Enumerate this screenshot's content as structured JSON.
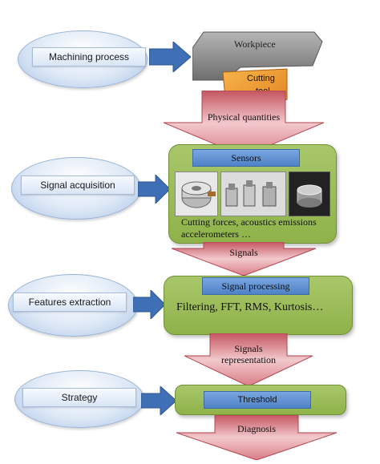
{
  "stages": {
    "machining": "Machining process",
    "acquisition": "Signal acquisition",
    "features": "Features extraction",
    "strategy": "Strategy"
  },
  "machine": {
    "workpiece": "Workpiece",
    "tool_line1": "Cutting",
    "tool_line2": "tool"
  },
  "flows": {
    "physical": "Physical quantities",
    "signals": "Signals",
    "repr_line1": "Signals",
    "repr_line2": "representation",
    "diagnosis": "Diagnosis"
  },
  "sensors_panel": {
    "title": "Sensors",
    "line1": "Cutting forces, acoustics emissions",
    "line2": "accelerometers …"
  },
  "processing_panel": {
    "title": "Signal processing",
    "text": "Filtering, FFT, RMS, Kurtosis…"
  },
  "strategy_panel": {
    "title": "Threshold"
  },
  "colors": {
    "ellipse": "#c9d9f0",
    "blue_arrow": "#3f6fb5",
    "red_arrow": "#d87f87",
    "green_panel": "#9bbd58",
    "blue_tab": "#5f8fd0",
    "workpiece": "#8c8c8c",
    "tool": "#f5a23a"
  }
}
